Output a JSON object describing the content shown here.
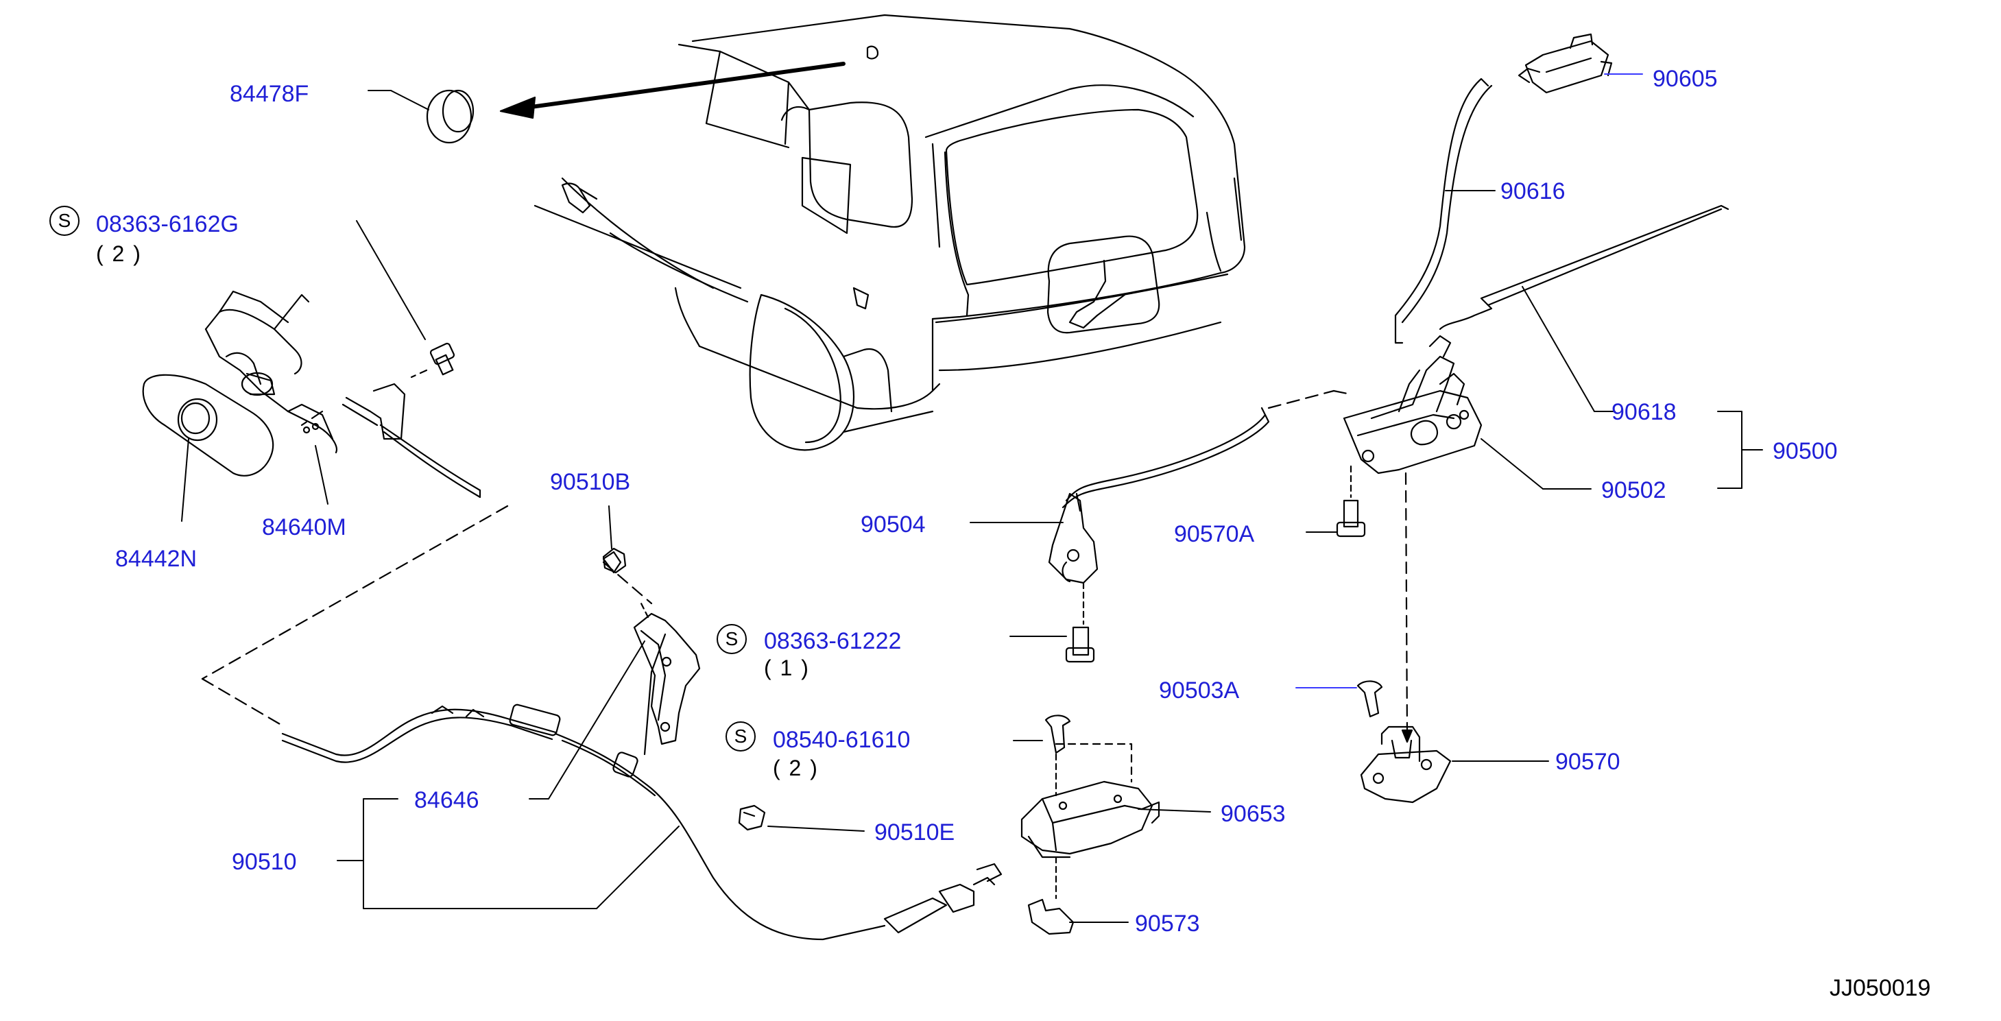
{
  "diagram": {
    "reference_code": "JJ050019",
    "colors": {
      "label": "#1f1fd6",
      "line": "#000000",
      "sheet": "#ffffff"
    },
    "symbols": {
      "standard_part_mark": "S"
    },
    "parts": {
      "p84478F": "84478F",
      "p08363_6162G": "08363-6162G",
      "p08363_6162G_qty": "( 2 )",
      "p84442N": "84442N",
      "p84640M": "84640M",
      "p90510B": "90510B",
      "p90504": "90504",
      "p08363_61222": "08363-61222",
      "p08363_61222_qty": "( 1 )",
      "p08540_61610": "08540-61610",
      "p08540_61610_qty": "( 2 )",
      "p84646": "84646",
      "p90510": "90510",
      "p90510E": "90510E",
      "p90653": "90653",
      "p90573": "90573",
      "p90605": "90605",
      "p90616": "90616",
      "p90618": "90618",
      "p90500": "90500",
      "p90502": "90502",
      "p90570A": "90570A",
      "p90503A": "90503A",
      "p90570": "90570"
    }
  }
}
